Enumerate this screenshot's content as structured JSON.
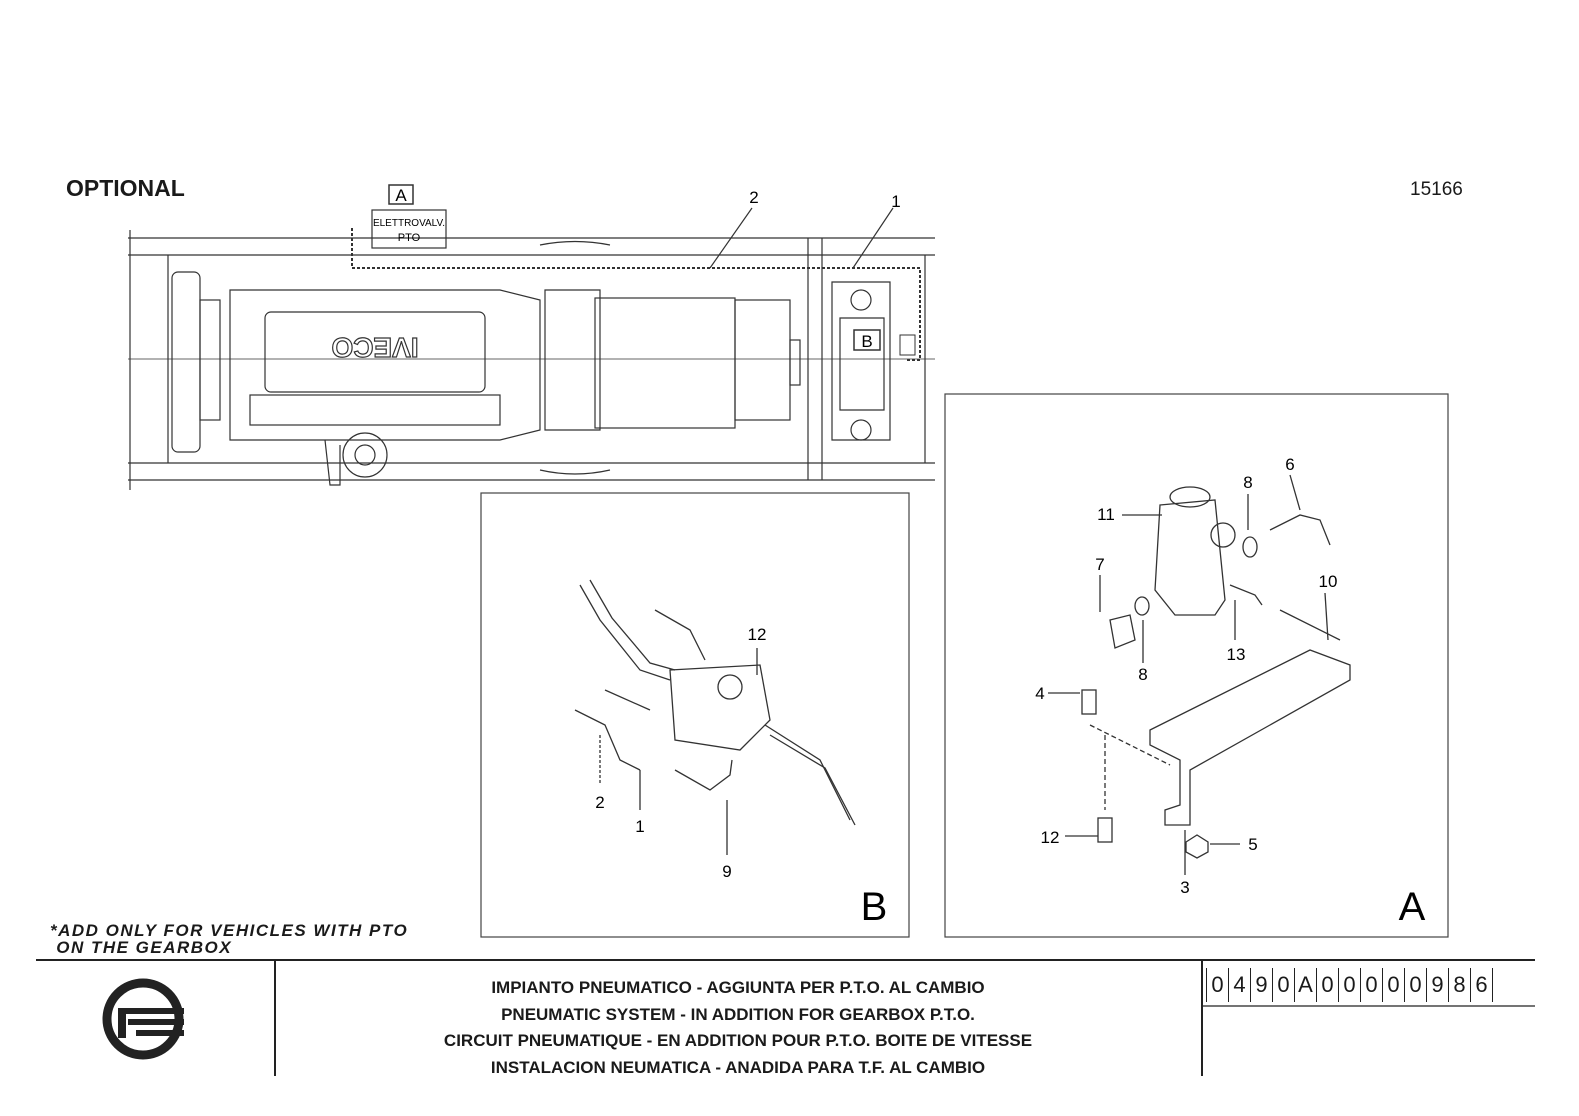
{
  "header": {
    "optional_label": "OPTIONAL",
    "drawing_number": "15166"
  },
  "overview": {
    "detail_a_tag": "A",
    "detail_b_tag": "B",
    "valve_label_line1": "ELETTROVALV.",
    "valve_label_line2": "PTO",
    "engine_brand": "IVECO",
    "callout_1": "1",
    "callout_2": "2"
  },
  "detail_b": {
    "big_letter": "B",
    "callouts": {
      "c12": "12",
      "c2": "2",
      "c1": "1",
      "c9": "9"
    }
  },
  "detail_a": {
    "big_letter": "A",
    "callouts": {
      "c11": "11",
      "c8a": "8",
      "c6": "6",
      "c7": "7",
      "c10": "10",
      "c8b": "8",
      "c13": "13",
      "c4": "4",
      "c12": "12",
      "c5": "5",
      "c3": "3"
    }
  },
  "note": {
    "line1": "*ADD ONLY FOR VEHICLES WITH PTO",
    "line2": " ON THE GEARBOX"
  },
  "title_block": {
    "line_it": "IMPIANTO PNEUMATICO - AGGIUNTA PER P.T.O. AL CAMBIO",
    "line_en": "PNEUMATIC SYSTEM - IN ADDITION FOR GEARBOX P.T.O.",
    "line_fr": "CIRCUIT PNEUMATIQUE - EN ADDITION POUR P.T.O. BOITE DE VITESSE",
    "line_es": "INSTALACION NEUMATICA - ANADIDA PARA T.F. AL CAMBIO"
  },
  "code_chars": [
    "0",
    "4",
    "9",
    "0",
    "A",
    "0",
    "0",
    "0",
    "0",
    "0",
    "9",
    "8",
    "6"
  ],
  "logo": {
    "name": "fiat-group-logo"
  }
}
